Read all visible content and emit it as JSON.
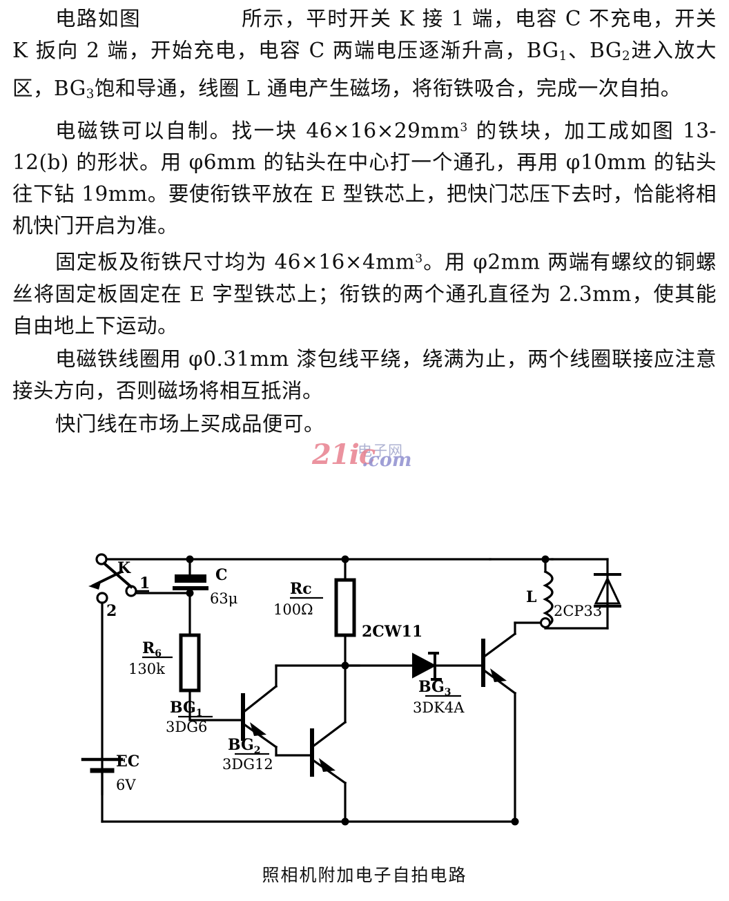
{
  "document": {
    "type": "scanned-textbook-page",
    "language": "zh-CN",
    "paragraphs": [
      {
        "id": "p1",
        "segments": [
          {
            "t": "电路如图"
          },
          {
            "gap": true
          },
          {
            "t": "所示，平时开关 K 接 1 端，电容 C 不充电，开关 K 扳向 2 端，开始充电，电容 C 两端电压逐渐升高，BG"
          },
          {
            "sub": "1"
          },
          {
            "t": "、BG"
          },
          {
            "sub": "2"
          },
          {
            "t": "进入放大区，BG"
          },
          {
            "sub": "3"
          },
          {
            "t": "饱和导通，线圈 L 通电产生磁场，将衔铁吸合，完成一次自拍。"
          }
        ],
        "plain": "电路如图    所示，平时开关 K 接 1 端，电容 C 不充电，开关 K 扳向 2 端，开始充电，电容 C 两端电压逐渐升高，BG1、BG2 进入放大区，BG3 饱和导通，线圈 L 通电产生磁场，将衔铁吸合，完成一次自拍。"
      },
      {
        "id": "p2",
        "plain": "电磁铁可以自制。找一块 46×16×29mm³ 的铁块，加工成如图 13-12(b) 的形状。用 φ6mm 的钻头在中心打一个通孔，再用 φ10mm 的钻头往下钻 19mm。要使衔铁平放在 E 型铁芯上，把快门芯压下去时，恰能将相机快门开启为准。"
      },
      {
        "id": "p3",
        "plain": "固定板及衔铁尺寸均为 46×16×4mm³。用 φ2mm 两端有螺纹的铜螺丝将固定板固定在 E 字型铁芯上；衔铁的两个通孔直径为 2.3mm，使其能自由地上下运动。"
      },
      {
        "id": "p4",
        "plain": "电磁铁线圈用 φ0.31mm 漆包线平绕，绕满为止，两个线圈联接应注意接头方向，否则磁场将相互抵消。"
      },
      {
        "id": "p5",
        "plain": "快门线在市场上买成品便可。"
      }
    ]
  },
  "watermark": {
    "main": "21ic",
    "domain": ".com",
    "chinese": "电子网"
  },
  "figure": {
    "caption": "照相机附加电子自拍电路",
    "labels": {
      "switch": "K",
      "switch_pos1": "1",
      "switch_pos2": "2",
      "capacitor_name": "C",
      "capacitor_value": "63μ",
      "rc_name": "Rc",
      "rc_value": "100Ω",
      "r6_name": "R",
      "r6_sub": "6",
      "r6_value": "130k",
      "battery_name": "EC",
      "battery_value": "6V",
      "bg1_name": "BG",
      "bg1_sub": "1",
      "bg1_type": "3DG6",
      "bg2_name": "BG",
      "bg2_sub": "2",
      "bg2_type": "3DG12",
      "bg3_name": "BG",
      "bg3_sub": "3",
      "bg3_type": "3DK4A",
      "zener": "2CW11",
      "coil": "L",
      "diode": "2CP33"
    }
  }
}
